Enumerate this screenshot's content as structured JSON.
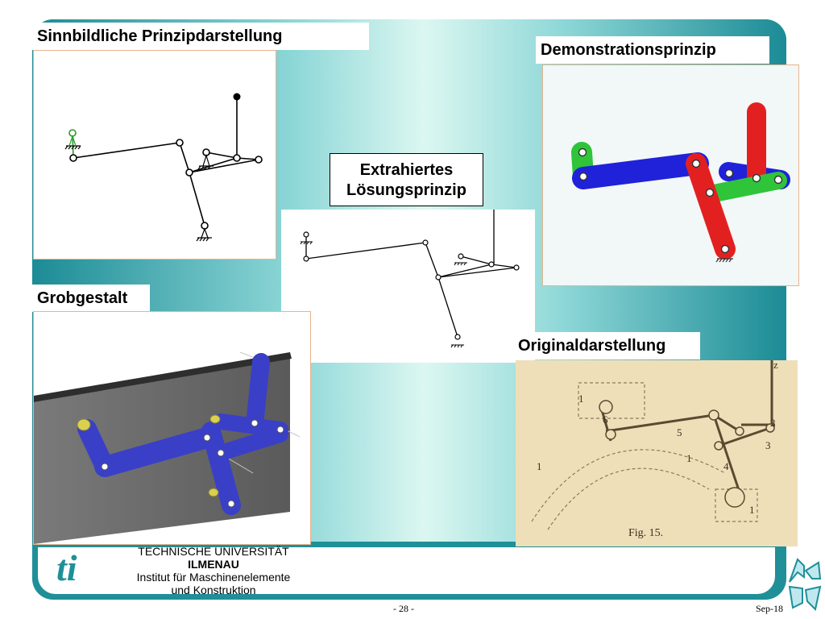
{
  "labels": {
    "principle": "Sinnbildliche Prinzipdarstellung",
    "demonstration": "Demonstrationsprinzip",
    "extracted_line1": "Extrahiertes",
    "extracted_line2": "Lösungsprinzip",
    "rough": "Grobgestalt",
    "original": "Originaldarstellung"
  },
  "original_figure": {
    "caption": "Fig. 15.",
    "numbers": [
      "1",
      "1",
      "6",
      "5",
      "1",
      "4",
      "1",
      "2",
      "3",
      "z"
    ]
  },
  "footer": {
    "university_line1": "TECHNISCHE UNIVERSITÄT",
    "university_line2": "ILMENAU",
    "institute_line1": "Institut für Maschinenelemente",
    "institute_line2": "und Konstruktion",
    "page": "-  28  -",
    "date": "Sep-18"
  },
  "colors": {
    "teal": "#1f8f98",
    "link_blue": "#1f22d8",
    "link_red": "#e32020",
    "link_green": "#2fc43a",
    "cad_blue": "#3a3fc8"
  },
  "icons": [
    "ti-logo",
    "navigation-arrows-icon"
  ]
}
